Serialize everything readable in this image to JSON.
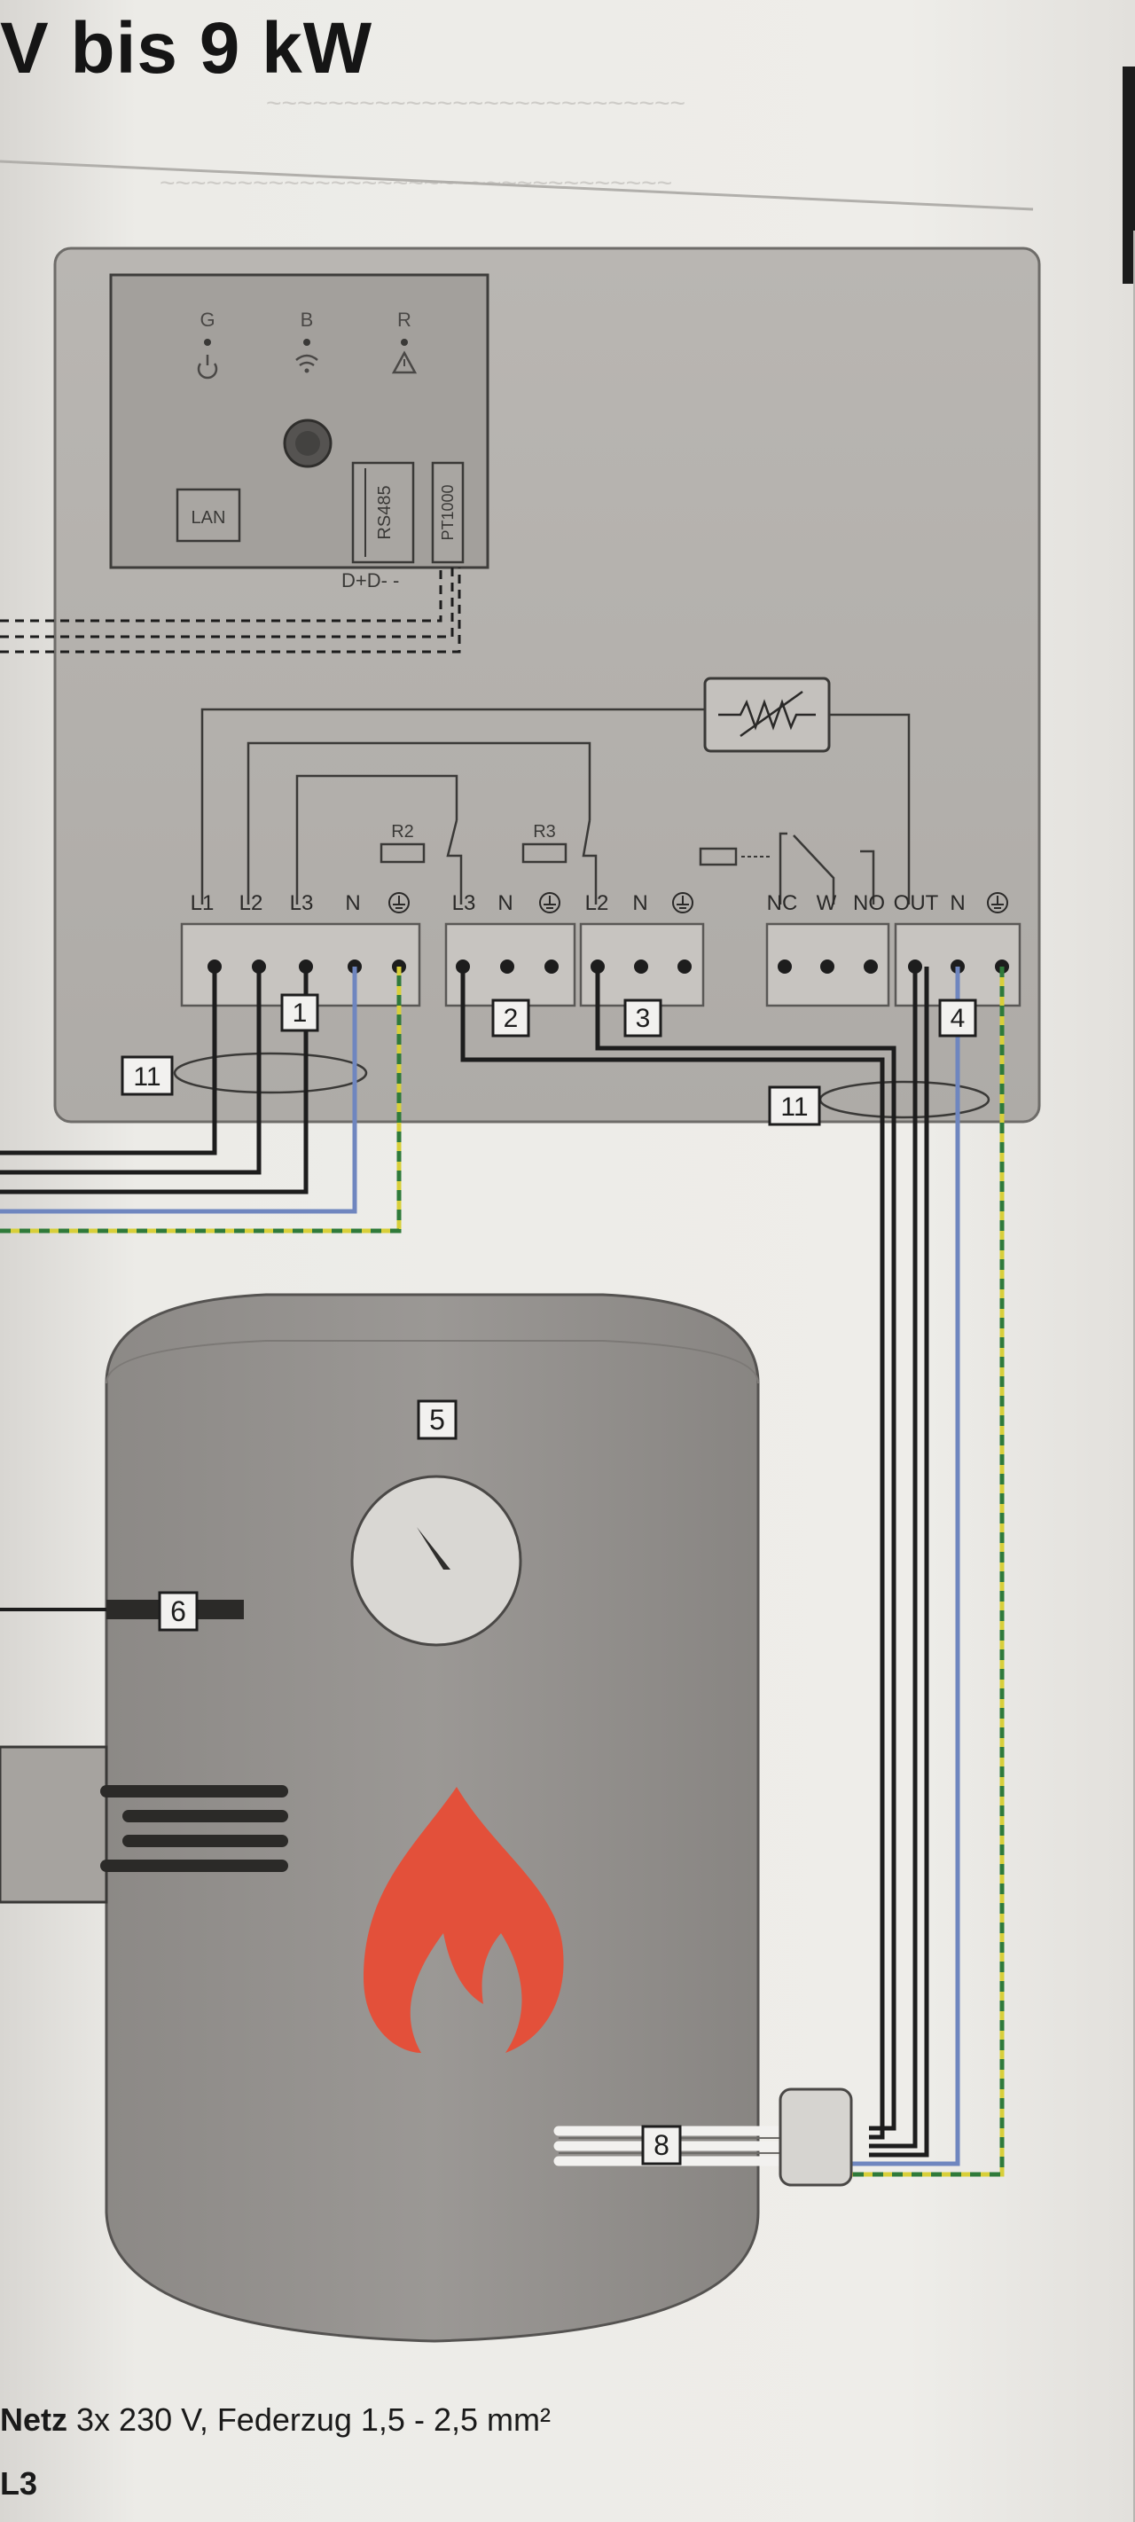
{
  "header": {
    "title": "V bis 9 kW"
  },
  "controller": {
    "leds": [
      {
        "letter": "G",
        "icon": "power-icon"
      },
      {
        "letter": "B",
        "icon": "wifi-icon"
      },
      {
        "letter": "R",
        "icon": "warning-icon"
      }
    ],
    "ports": {
      "lan": "LAN",
      "rs485": "RS485",
      "pt1000": "PT1000",
      "rs485_pins": "D+D- -"
    }
  },
  "relays": {
    "r2": "R2",
    "r3": "R3"
  },
  "terminals": {
    "block1": [
      "L1",
      "L2",
      "L3",
      "N"
    ],
    "block2": [
      "L3",
      "N"
    ],
    "block3": [
      "L2",
      "N"
    ],
    "block_contact": [
      "NC",
      "W",
      "NO"
    ],
    "block4": [
      "OUT",
      "N"
    ]
  },
  "callouts": {
    "c1": "1",
    "c2": "2",
    "c3": "3",
    "c4": "4",
    "c5": "5",
    "c6": "6",
    "c8": "8",
    "c11a": "11",
    "c11b": "11"
  },
  "footer": {
    "netz_bold": "Netz",
    "netz_rest": " 3x 230 V, Federzug 1,5 - 2,5 mm²",
    "line2": "L3"
  },
  "colors": {
    "wire_black": "#1d1d1d",
    "wire_blue": "#6f86bf",
    "wire_earth_yellow": "#d8cf3a",
    "wire_earth_green": "#2f7a3a",
    "flame": "#e3503a",
    "housing": "#b5b2ae",
    "tank": "#8f8c89"
  }
}
